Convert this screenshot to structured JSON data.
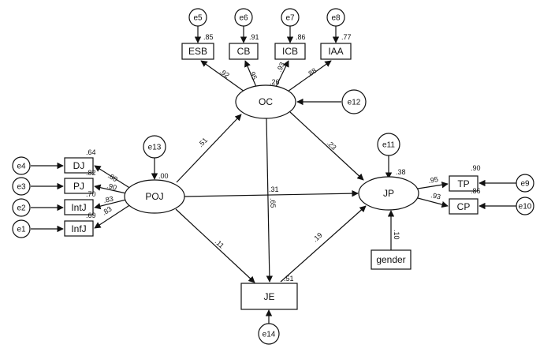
{
  "nodes": {
    "POJ": "POJ",
    "OC": "OC",
    "JP": "JP",
    "JE": "JE",
    "DJ": "DJ",
    "PJ": "PJ",
    "IntJ": "IntJ",
    "InfJ": "InfJ",
    "ESB": "ESB",
    "CB": "CB",
    "ICB": "ICB",
    "IAA": "IAA",
    "TP": "TP",
    "CP": "CP",
    "gender": "gender",
    "e1": "e1",
    "e2": "e2",
    "e3": "e3",
    "e4": "e4",
    "e5": "e5",
    "e6": "e6",
    "e7": "e7",
    "e8": "e8",
    "e9": "e9",
    "e10": "e10",
    "e11": "e11",
    "e12": "e12",
    "e13": "e13",
    "e14": "e14"
  },
  "r2": {
    "ESB": ".85",
    "CB": ".91",
    "ICB": ".86",
    "IAA": ".77",
    "DJ": ".64",
    "PJ": ".82",
    "IntJ": ".70",
    "InfJ": ".69",
    "POJ": ".00",
    "JP": ".38",
    "TP": ".90",
    "CP": ".86",
    "JE": ".51"
  },
  "paths": {
    "OC_ESB": ".92",
    "OC_CB": ".95",
    "OC_ICB": ".93",
    "OC_IAA": ".88",
    "POJ_DJ": ".80",
    "POJ_PJ": ".90",
    "POJ_IntJ": ".83",
    "POJ_InfJ": ".83",
    "POJ_OC": ".51",
    "POJ_JP": ".31",
    "POJ_JE": ".11",
    "OC_JP": ".23",
    "OC_JE": ".65",
    "JE_JP": ".19",
    "JP_TP": ".95",
    "JP_CP": ".93",
    "gender_JP": ".10",
    "OC_err": ".26"
  }
}
